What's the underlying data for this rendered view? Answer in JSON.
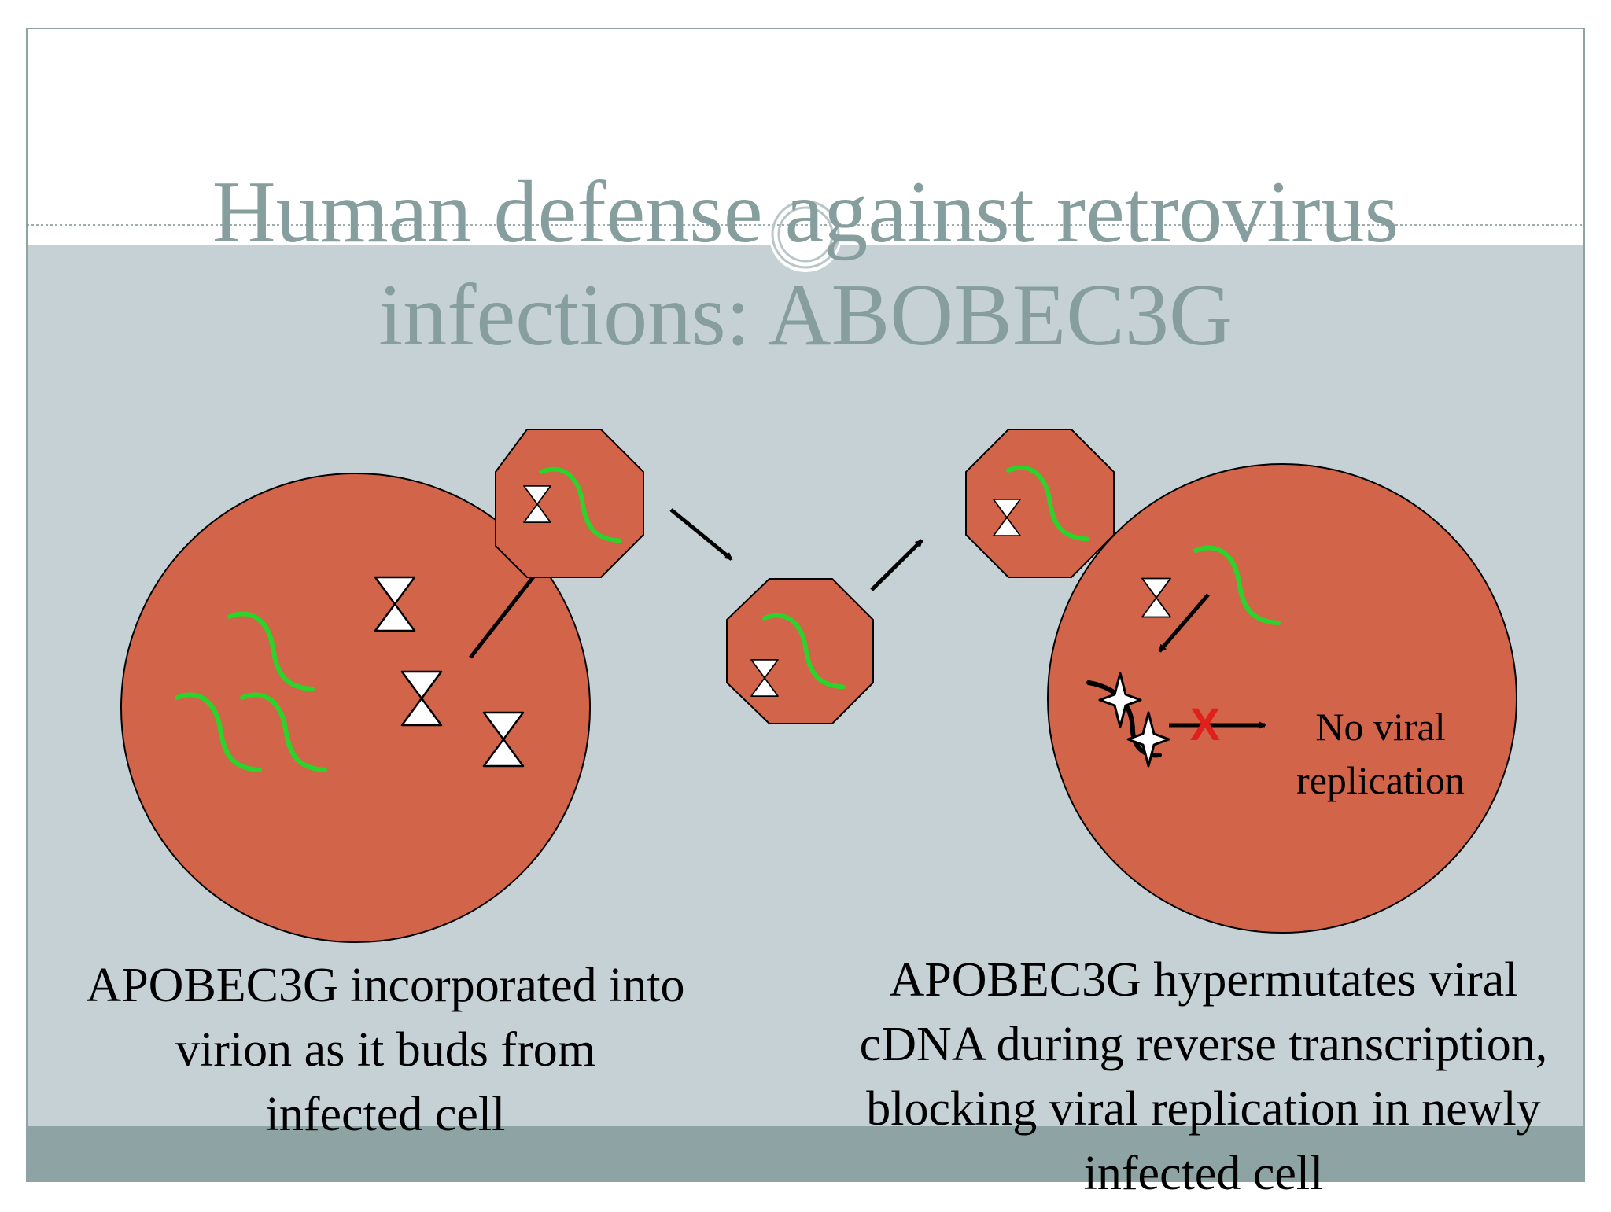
{
  "slide": {
    "title_lines": [
      "Human defense against retrovirus",
      "infections:  ABOBEC3G"
    ],
    "left_caption_lines": [
      "APOBEC3G incorporated into",
      "virion as it buds from",
      "infected cell"
    ],
    "right_caption_lines": [
      "APOBEC3G hypermutates viral",
      "cDNA during reverse transcription,",
      "blocking viral replication in newly",
      "infected cell"
    ],
    "blocked_outcome_lines": [
      "No viral",
      "replication"
    ],
    "block_mark": "X"
  },
  "colors": {
    "title": "#879e9e",
    "background_panel": "#c6d1d6",
    "footer_band": "#8ea4a4",
    "cell_fill": "#d2644a",
    "viral_rna": "#2bd42b",
    "block_mark": "#e0201b"
  },
  "icons": {
    "apobec3g": "hourglass-icon",
    "viral_rna": "green-squiggle-icon",
    "hypermutation": "star-burst-icon"
  }
}
